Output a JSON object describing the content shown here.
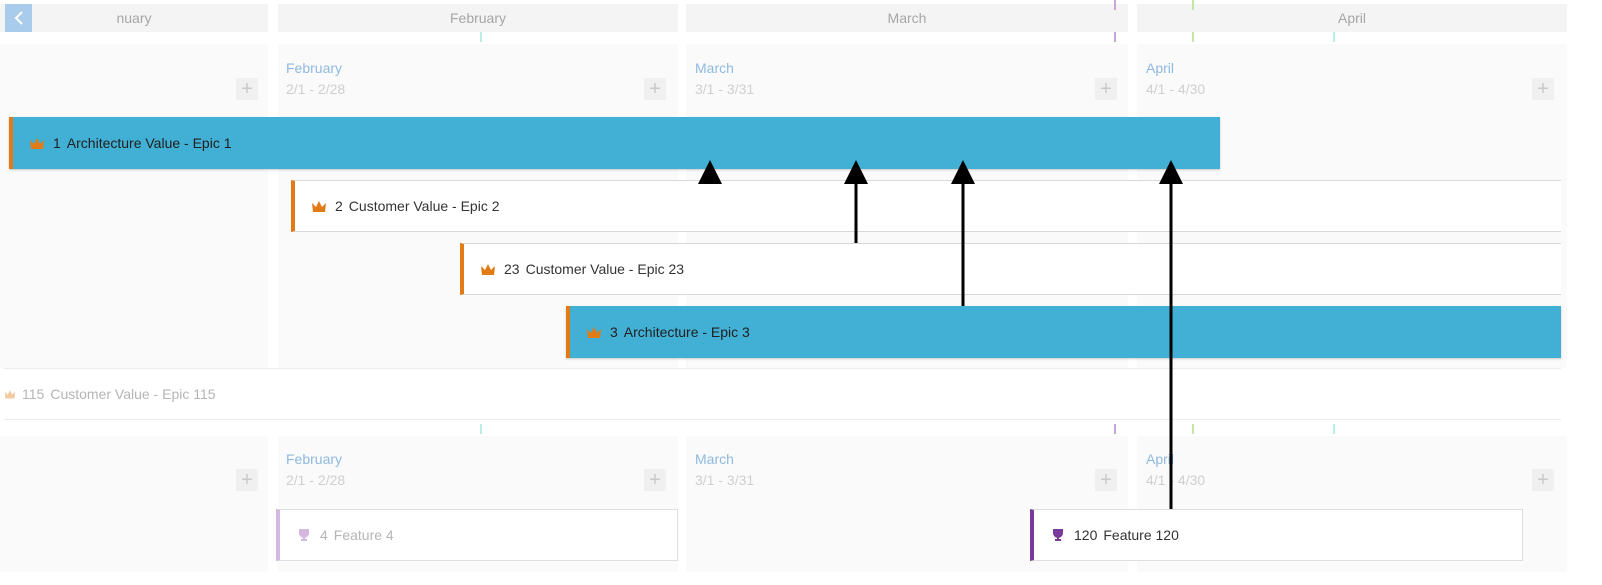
{
  "timeline": {
    "back_icon": "chevron-left-icon",
    "months": [
      "nuary",
      "February",
      "March",
      "April"
    ]
  },
  "sections": [
    {
      "iterations": [
        {
          "name": "February",
          "dates": "2/1 - 2/28"
        },
        {
          "name": "March",
          "dates": "3/1 - 3/31"
        },
        {
          "name": "April",
          "dates": "4/1 - 4/30"
        }
      ],
      "add_label": "+"
    },
    {
      "iterations": [
        {
          "name": "February",
          "dates": "2/1 - 2/28"
        },
        {
          "name": "March",
          "dates": "3/1 - 3/31"
        },
        {
          "name": "April",
          "dates": "4/1 - 4/30"
        }
      ],
      "add_label": "+"
    }
  ],
  "epics": [
    {
      "id": "1",
      "title": "Architecture Value - Epic 1",
      "icon": "crown-icon"
    },
    {
      "id": "2",
      "title": "Customer Value - Epic 2",
      "icon": "crown-icon"
    },
    {
      "id": "23",
      "title": "Customer Value - Epic 23",
      "icon": "crown-icon"
    },
    {
      "id": "3",
      "title": "Architecture - Epic 3",
      "icon": "crown-icon"
    },
    {
      "id": "115",
      "title": "Customer Value - Epic 115",
      "icon": "crown-icon"
    }
  ],
  "features": [
    {
      "id": "4",
      "title": "Feature 4",
      "icon": "trophy-icon"
    },
    {
      "id": "120",
      "title": "Feature 120",
      "icon": "trophy-icon"
    }
  ],
  "colors": {
    "epic_blue": "#42b0d5",
    "epic_accent": "#e07b16",
    "feature_accent": "#7a3a9a",
    "dependency_arrow": "#000000"
  }
}
